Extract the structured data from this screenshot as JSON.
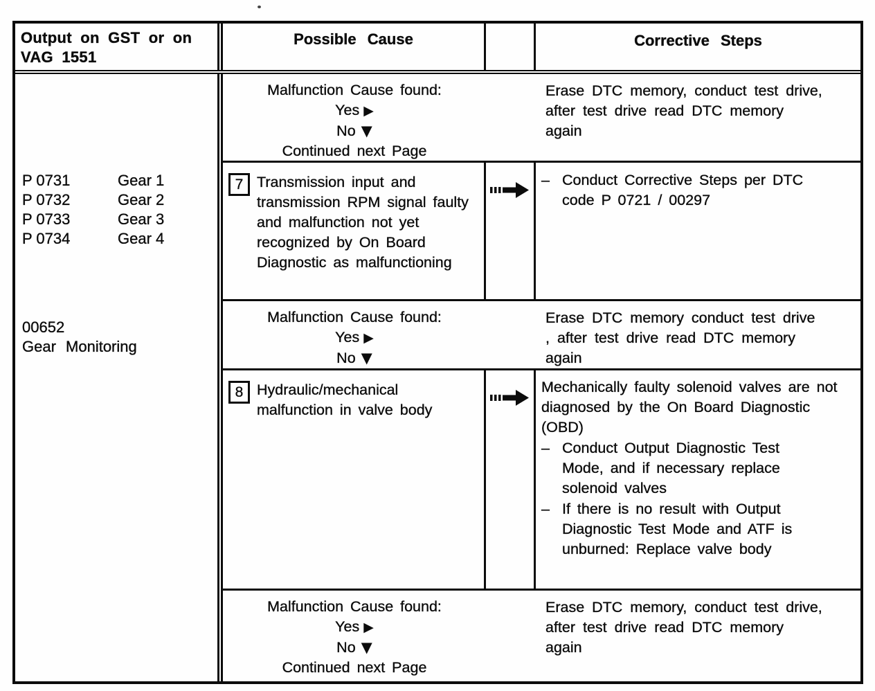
{
  "header": {
    "col1_line1": "Output on GST or on",
    "col1_line2": "VAG 1551",
    "possible_cause": "Possible Cause",
    "corrective_steps": "Corrective Steps"
  },
  "left_column": {
    "codes": [
      {
        "code": "P 0731",
        "gear": "Gear 1"
      },
      {
        "code": "P 0732",
        "gear": "Gear 2"
      },
      {
        "code": "P 0733",
        "gear": "Gear 3"
      },
      {
        "code": "P 0734",
        "gear": "Gear 4"
      }
    ],
    "group_code": "00652",
    "group_label": "Gear Monitoring"
  },
  "icons": {
    "yes_arrow": "▶",
    "no_arrow": "▼"
  },
  "rows": {
    "decision1": {
      "title": "Malfunction Cause found:",
      "yes": "Yes",
      "no": "No",
      "continued": "Continued next Page",
      "corrective": "Erase DTC memory, conduct test drive, after test drive read DTC memory again"
    },
    "cause7": {
      "number": "7",
      "text": "Transmission input and transmission RPM signal faulty and malfunction not yet recognized by On Board Diagnostic as malfunctioning",
      "bullet": "–",
      "corrective": "Conduct Corrective Steps per DTC code P 0721 / 00297"
    },
    "decision2": {
      "title": "Malfunction Cause found:",
      "yes": "Yes",
      "no": "No",
      "corrective": "Erase DTC memory conduct test drive , after test drive read DTC memory again"
    },
    "cause8": {
      "number": "8",
      "text": "Hydraulic/mechanical malfunction in valve body",
      "corrective_intro": "Mechanically faulty solenoid valves are not diagnosed by the On Board Diagnostic (OBD)",
      "items": [
        {
          "bullet": "–",
          "text": "Conduct Output Diagnostic Test Mode, and if necessary replace solenoid valves"
        },
        {
          "bullet": "–",
          "text": "If there is no result with Output Diagnostic Test Mode and ATF is unburned: Replace valve body"
        }
      ]
    },
    "decision3": {
      "title": "Malfunction Cause found:",
      "yes": "Yes",
      "no": "No",
      "continued": "Continued next Page",
      "corrective": "Erase DTC memory, conduct test drive, after test drive read DTC memory again"
    }
  }
}
